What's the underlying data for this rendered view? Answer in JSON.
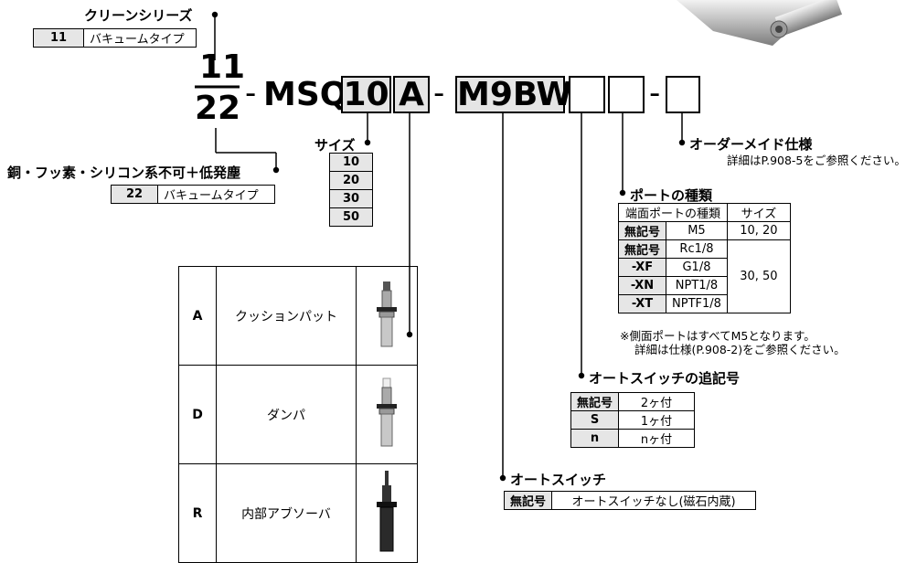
{
  "clean_series": {
    "heading": "クリーンシリーズ",
    "row": {
      "code": "11",
      "desc": "バキュームタイプ"
    }
  },
  "copper_free": {
    "heading": "銅・フッ素・シリコン系不可＋低発塵",
    "row": {
      "code": "22",
      "desc": "バキュームタイプ"
    }
  },
  "model": {
    "top_prefix": "11",
    "bottom_prefix": "22",
    "dash": "-",
    "series": "MSQ",
    "size_box": "10",
    "type_box": "A",
    "switch_box": "M9BW"
  },
  "size": {
    "heading": "サイズ",
    "values": [
      "10",
      "20",
      "30",
      "50"
    ]
  },
  "absorber_table": [
    {
      "code": "A",
      "desc": "クッションパット",
      "icon": "cushion-pad-photo"
    },
    {
      "code": "D",
      "desc": "ダンパ",
      "icon": "damper-photo"
    },
    {
      "code": "R",
      "desc": "内部アブソーバ",
      "icon": "internal-absorber-photo"
    }
  ],
  "order_made": {
    "heading": "オーダーメイド仕様",
    "note": "詳細はP.908-5をご参照ください。"
  },
  "port": {
    "heading": "ポートの種類",
    "col1": "端面ポートの種類",
    "col2": "サイズ",
    "rows": [
      {
        "code": "無記号",
        "type": "M5",
        "size": "10, 20"
      },
      {
        "code": "無記号",
        "type": "Rc1/8",
        "size": ""
      },
      {
        "code": "-XF",
        "type": "G1/8",
        "size": "30, 50"
      },
      {
        "code": "-XN",
        "type": "NPT1/8",
        "size": ""
      },
      {
        "code": "-XT",
        "type": "NPTF1/8",
        "size": ""
      }
    ],
    "note1": "※側面ポートはすべてM5となります。",
    "note2": "詳細は仕様(P.908-2)をご参照ください。"
  },
  "switch_count": {
    "heading": "オートスイッチの追記号",
    "rows": [
      {
        "code": "無記号",
        "desc": "2ヶ付"
      },
      {
        "code": "S",
        "desc": "1ヶ付"
      },
      {
        "code": "n",
        "desc": "nヶ付"
      }
    ]
  },
  "auto_switch": {
    "heading": "オートスイッチ",
    "row": {
      "code": "無記号",
      "desc": "オートスイッチなし(磁石内蔵)"
    }
  },
  "colors": {
    "cell_bg": "#e6e6e6",
    "line": "#000000"
  }
}
